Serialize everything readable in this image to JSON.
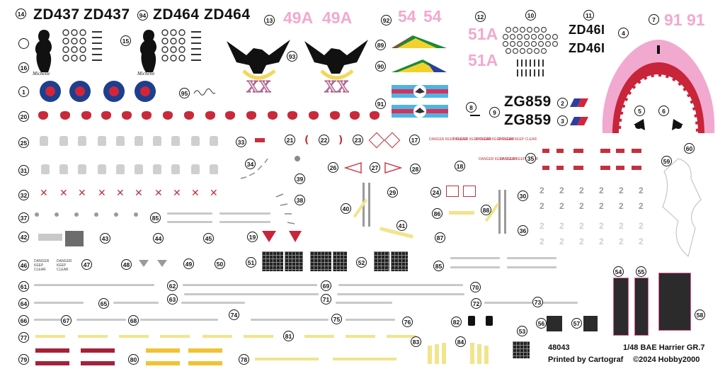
{
  "serials": {
    "zd437_a": "ZD437",
    "zd437_b": "ZD437",
    "zd464_a": "ZD464",
    "zd464_b": "ZD464",
    "zd461_a": "ZD46I",
    "zd461_b": "ZD46I",
    "zg859_a": "ZG859",
    "zg859_b": "ZG859"
  },
  "codes": {
    "c49a_a": "49A",
    "c49a_b": "49A",
    "c54_a": "54",
    "c54_b": "54",
    "c51a_a": "51A",
    "c51a_b": "51A",
    "c91_a": "91",
    "c91_b": "91"
  },
  "michelle": "Michelle",
  "sqn_letters": "XX",
  "footer": {
    "kit_no": "48043",
    "title": "1/48 BAE Harrier GR.7",
    "printer": "Printed by Cartograf",
    "copyright": "©2024 Hobby2000"
  },
  "callouts": [
    "1",
    "2",
    "3",
    "4",
    "5",
    "6",
    "7",
    "8",
    "9",
    "10",
    "11",
    "12",
    "13",
    "14",
    "15",
    "16",
    "17",
    "18",
    "19",
    "20",
    "21",
    "22",
    "23",
    "24",
    "25",
    "26",
    "27",
    "28",
    "29",
    "30",
    "31",
    "32",
    "33",
    "34",
    "35",
    "36",
    "37",
    "38",
    "39",
    "40",
    "41",
    "42",
    "43",
    "44",
    "45",
    "46",
    "47",
    "48",
    "49",
    "50",
    "51",
    "52",
    "53",
    "54",
    "55",
    "56",
    "57",
    "58",
    "59",
    "60",
    "61",
    "62",
    "63",
    "64",
    "65",
    "66",
    "67",
    "68",
    "69",
    "70",
    "71",
    "72",
    "73",
    "74",
    "75",
    "76",
    "77",
    "78",
    "79",
    "80",
    "81",
    "82",
    "83",
    "84",
    "85",
    "86",
    "87",
    "88",
    "89",
    "90",
    "91",
    "92",
    "93",
    "94",
    "95"
  ],
  "stencil_small": "DANGER KEEP CLEAR",
  "colors": {
    "roundel_blue": "#1d3f8f",
    "roundel_red": "#d3253a",
    "pink": "#f2a9cf",
    "shark_red": "#c8243a",
    "yellow_walk": "#f1e48d"
  }
}
